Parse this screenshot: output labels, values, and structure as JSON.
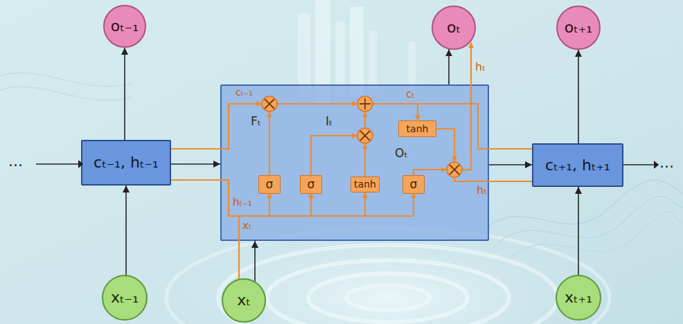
{
  "diagram": {
    "nodes": [
      {
        "text": [
          "oₜ₋₁"
        ]
      },
      {
        "text": [
          "oₜ"
        ]
      },
      {
        "text": [
          "oₜ₊₁"
        ]
      },
      {
        "text": [
          "cₜ₋₁, hₜ₋₁"
        ]
      },
      {
        "text": []
      },
      {
        "text": [
          "tanh"
        ],
        "in": 4
      },
      {
        "text": [
          "σ"
        ],
        "in": 4
      },
      {
        "text": [
          "σ"
        ],
        "in": 4
      },
      {
        "text": [
          "tanh"
        ],
        "in": 4
      },
      {
        "text": [
          "σ"
        ],
        "in": 4
      },
      {
        "text": [
          "cₜ₊₁, hₜ₊₁"
        ]
      },
      {
        "text": [
          "xₜ₋₁"
        ]
      },
      {
        "text": [
          "xₜ"
        ]
      },
      {
        "text": [
          "xₜ₊₁"
        ]
      }
    ],
    "edges": [
      {
        "from": 11,
        "to": 3,
        "arrow": "to"
      },
      {
        "from": 3,
        "to": 0,
        "arrow": "to"
      },
      {
        "from": 3,
        "to": 4,
        "arrow": "to"
      },
      {
        "from": 12,
        "to": 4,
        "arrow": "to"
      },
      {
        "from": 4,
        "to": 1,
        "arrow": "to"
      },
      {
        "from": 4,
        "to": 10,
        "arrow": "to"
      },
      {
        "from": 13,
        "to": 10,
        "arrow": "to"
      },
      {
        "from": 10,
        "to": 2,
        "arrow": "to"
      }
    ],
    "labels": [
      "...",
      "hₜ",
      "cₜ₋₁",
      "cₜ",
      "Iₜ",
      "Fₜ",
      "Oₜ",
      "hₜ",
      "hₜ₋₁",
      "xₜ",
      "..."
    ]
  }
}
